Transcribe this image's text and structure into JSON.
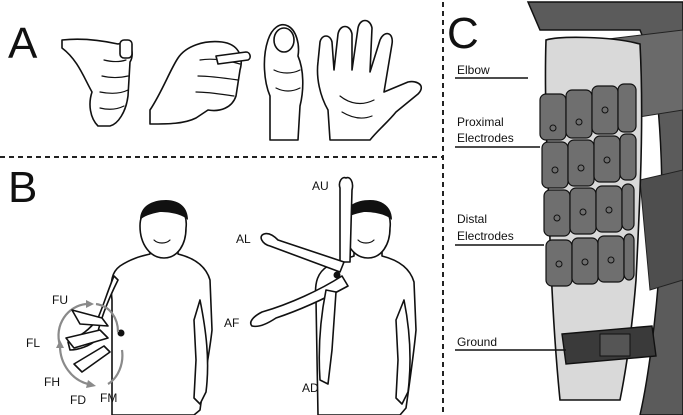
{
  "panels": {
    "a": {
      "letter": "A"
    },
    "b": {
      "letter": "B",
      "motion_labels": {
        "fu": "FU",
        "fl": "FL",
        "fh": "FH",
        "fd": "FD",
        "fm": "FM"
      },
      "arm_labels": {
        "au": "AU",
        "al": "AL",
        "af": "AF",
        "ad": "AD"
      }
    },
    "c": {
      "letter": "C",
      "annotations": {
        "elbow": "Elbow",
        "proximal_1": "Proximal",
        "proximal_2": "Electrodes",
        "distal_1": "Distal",
        "distal_2": "Electrodes",
        "ground": "Ground"
      }
    }
  },
  "colors": {
    "arrow_gray": "#8a8a8a",
    "electrode_gray": "#6f6f6f",
    "sleeve_dark": "#5b5b5b",
    "arm_light": "#d9d9d9",
    "strap_dark": "#3a3a3a"
  }
}
